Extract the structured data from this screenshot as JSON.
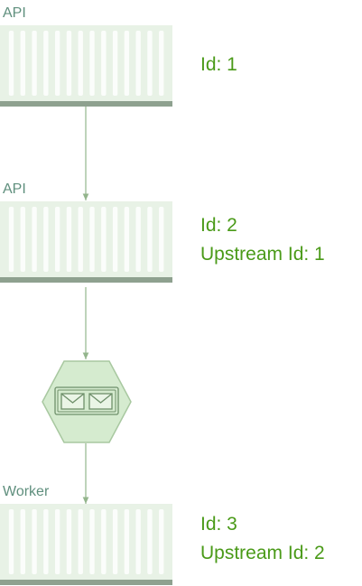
{
  "colors": {
    "service_label": "#5f8f7d",
    "info_text": "#4a9a18",
    "container_fill": "#e8f2e6",
    "container_stripe": "#fbfdfb",
    "container_base": "#8ea18f",
    "arrow": "#93b58c",
    "hexagon_fill": "#d5ebcf",
    "hexagon_stroke": "#a8c8a0",
    "envelope": "#6e8f6a"
  },
  "nodes": [
    {
      "kind": "service",
      "label": "API",
      "icon": "container-icon",
      "info": [
        "Id: 1"
      ]
    },
    {
      "kind": "service",
      "label": "API",
      "icon": "container-icon",
      "info": [
        "Id: 2",
        "Upstream Id: 1"
      ]
    },
    {
      "kind": "queue",
      "icon": "message-queue-icon"
    },
    {
      "kind": "service",
      "label": "Worker",
      "icon": "container-icon",
      "info": [
        "Id: 3",
        "Upstream Id: 2"
      ]
    }
  ]
}
